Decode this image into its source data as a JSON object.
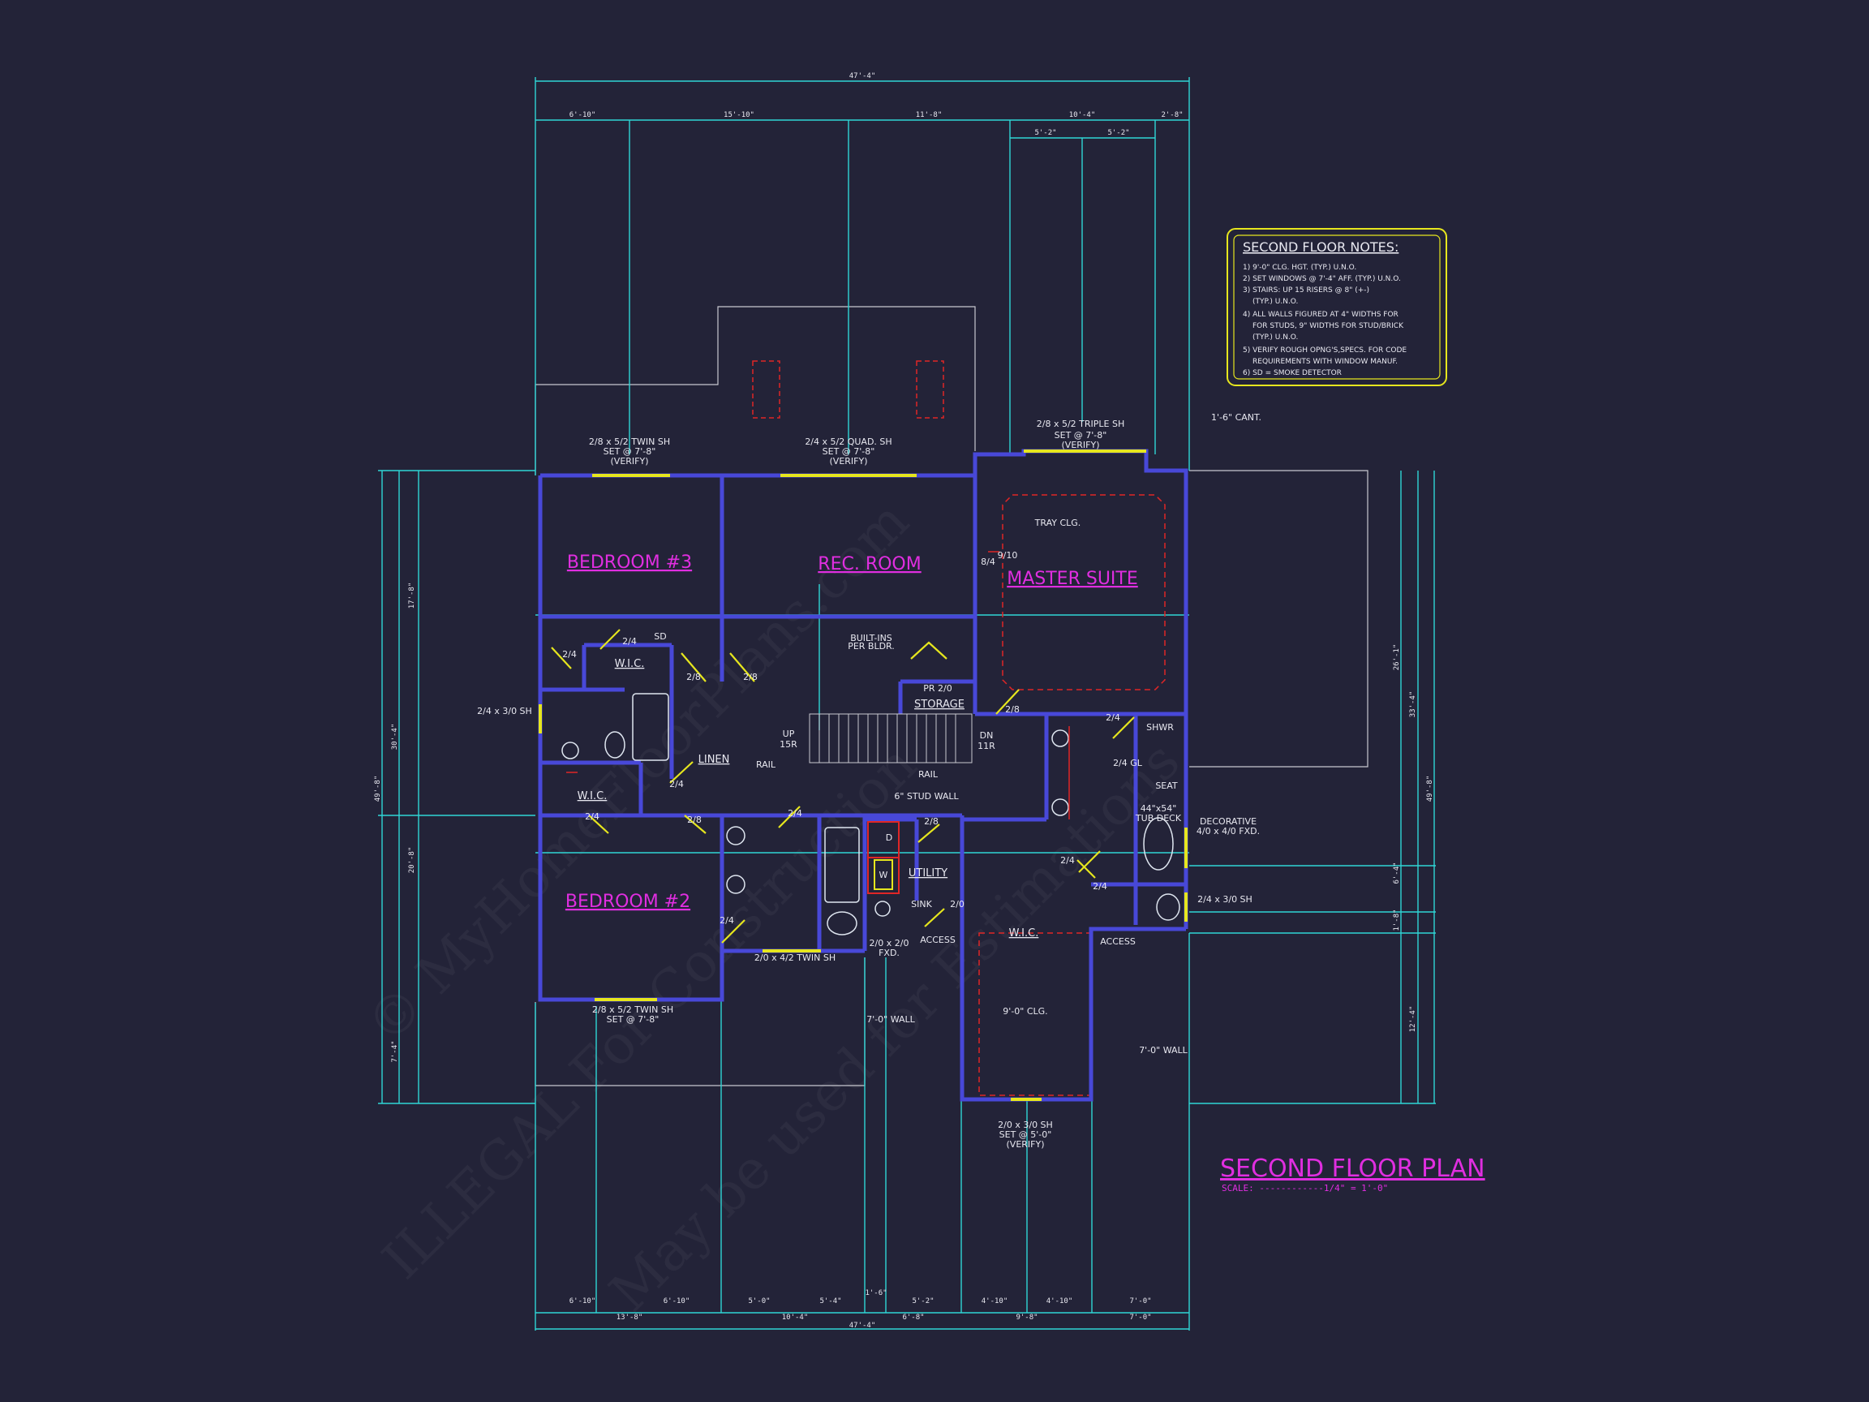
{
  "plan": {
    "title": "SECOND FLOOR PLAN",
    "scale": "SCALE: ------------1/4\" = 1'-0\""
  },
  "notes": {
    "heading": "SECOND FLOOR NOTES:",
    "items": [
      "1) 9'-0\" CLG. HGT. (TYP.) U.N.O.",
      "2) SET WINDOWS @ 7'-4\" AFF. (TYP.) U.N.O.",
      "3) STAIRS: UP 15 RISERS @ 8\" (+-)",
      "(TYP.) U.N.O.",
      "4) ALL WALLS FIGURED AT 4\" WIDTHS FOR",
      "FOR STUDS, 9\" WIDTHS FOR STUD/BRICK",
      "(TYP.) U.N.O.",
      "5) VERIFY ROUGH OPNG'S,SPECS. FOR CODE",
      "REQUIREMENTS WITH WINDOW MANUF.",
      "6) SD = SMOKE DETECTOR"
    ]
  },
  "rooms": {
    "bedroom3": "BEDROOM #3",
    "rec_room": "REC. ROOM",
    "master_suite": "MASTER SUITE",
    "bedroom2": "BEDROOM #2",
    "wic1": "W.I.C.",
    "wic2": "W.I.C.",
    "wic3": "W.I.C.",
    "linen": "LINEN",
    "storage": "STORAGE",
    "utility": "UTILITY"
  },
  "annotations": {
    "win_bed3": "2/8 x 5/2 TWIN SH",
    "win_bed3_set": "SET @ 7'-8\"",
    "win_bed3_verify": "(VERIFY)",
    "win_rec": "2/4 x 5/2 QUAD. SH",
    "win_rec_set": "SET @ 7'-8\"",
    "win_rec_verify": "(VERIFY)",
    "win_master": "2/8 x 5/2 TRIPLE SH",
    "win_master_set": "SET @ 7'-8\"",
    "win_master_verify": "(VERIFY)",
    "cant": "1'-6\" CANT.",
    "tray": "TRAY CLG.",
    "builtins": "BUILT-INS",
    "per_bldr": "PER BLDR.",
    "pr": "PR 2/0",
    "win_left": "2/4 x 3/0 SH",
    "up": "UP",
    "up_r": "15R",
    "dn": "DN",
    "dn_r": "11R",
    "rail1": "RAIL",
    "rail2": "RAIL",
    "stud_wall": "6\" STUD WALL",
    "shwr": "SHWR",
    "seat": "SEAT",
    "tub_deck": "44\"x54\"",
    "tub_deck2": "TUB DECK",
    "decorative": "DECORATIVE",
    "decorative2": "4/0 x 4/0 FXD.",
    "win_right": "2/4 x 3/0 SH",
    "sink": "SINK",
    "access1": "ACCESS",
    "access2": "ACCESS",
    "fxd": "2/0 x 2/0",
    "fxd2": "FXD.",
    "win_bath": "2/0 x 4/2 TWIN SH",
    "clg": "9'-0\" CLG.",
    "wall_left": "7'-0\" WALL",
    "wall_right": "7'-0\" WALL",
    "win_bed2": "2/8 x 5/2 TWIN SH",
    "win_bed2_set": "SET @ 7'-8\"",
    "win_wic": "2/0 x 3/0 SH",
    "win_wic_set": "SET @ 5'-0\"",
    "win_wic_verify": "(VERIFY)",
    "door_d": "D",
    "door_w": "W",
    "door_d2": "2/8",
    "door_24a": "2/4",
    "door_24b": "2/4",
    "door_28a": "2/8",
    "door_28b": "2/8",
    "door_28c": "2/8",
    "door_24c": "2/4",
    "door_24d": "2/4",
    "door_24e": "2/4",
    "door_28d": "2/8",
    "door_24f": "2/4",
    "door_28e": "2/8",
    "door_20": "2/0",
    "door_24g": "2/4",
    "door_24h": "2/4",
    "door_24i": "2/4",
    "door_84": "8/4",
    "door_910": "9/10",
    "gl": "2/4 GL",
    "sd": "SD"
  },
  "dimensions": {
    "top_overall": "47'-4\"",
    "top_a": "6'-10\"",
    "top_b": "15'-10\"",
    "top_c": "11'-8\"",
    "top_d": "10'-4\"",
    "top_e": "2'-8\"",
    "top_f": "5'-2\"",
    "top_g": "5'-2\"",
    "bot_overall": "47'-4\"",
    "bot_a": "6'-10\"",
    "bot_b": "6'-10\"",
    "bot_c": "5'-0\"",
    "bot_d": "5'-4\"",
    "bot_e": "1'-6\"",
    "bot_f": "5'-2\"",
    "bot_g": "4'-10\"",
    "bot_h": "4'-10\"",
    "bot_i": "7'-0\"",
    "bot2_a": "13'-8\"",
    "bot2_b": "10'-4\"",
    "bot2_c": "6'-8\"",
    "bot2_d": "9'-8\"",
    "bot2_e": "7'-0\"",
    "left_overall": "49'-8\"",
    "left_a": "17'-8\"",
    "left_b": "30'-4\"",
    "left_c": "20'-8\"",
    "left_d": "7'-4\"",
    "right_overall": "49'-8\"",
    "right_a": "26'-1\"",
    "right_b": "33'-4\"",
    "right_c": "6'-4\"",
    "right_d": "1'-8\"",
    "right_e": "12'-4\""
  },
  "watermark": {
    "line1": "© MyHomeFloorPlans.com",
    "line2": "ILLEGAL For Construction",
    "line3": "May be used for Estimations"
  },
  "colors": {
    "background": "#232338",
    "walls": "#4848d8",
    "dimensions": "#2fd6d6",
    "rooms": "#e02ee0",
    "doors": "#e6e61e",
    "notes_frame": "#e6e61e",
    "hidden": "#e02626"
  }
}
